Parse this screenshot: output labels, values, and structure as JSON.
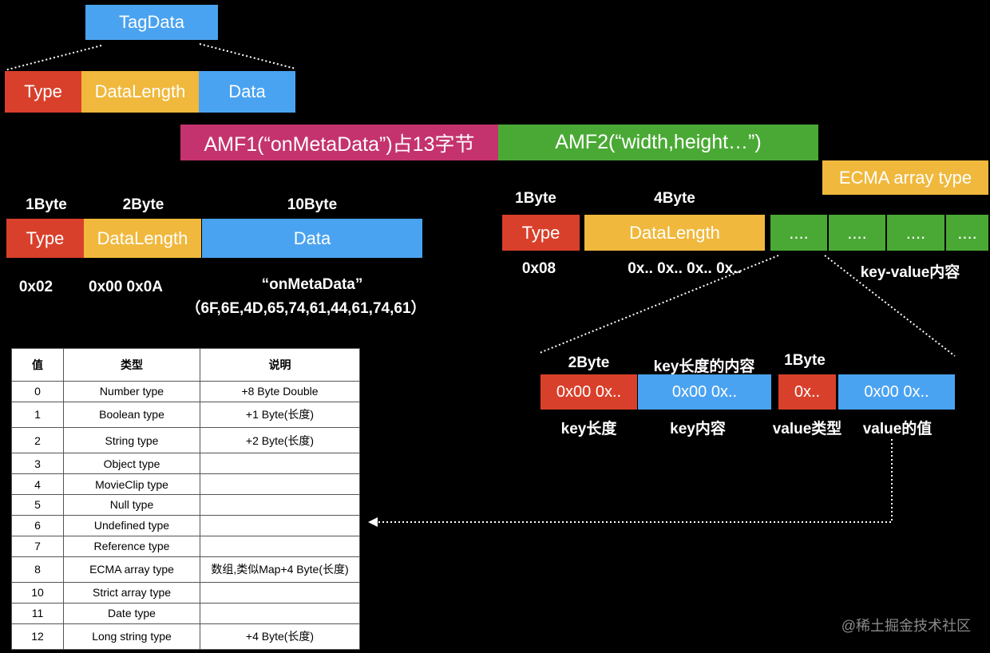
{
  "top": {
    "tagdata": "TagData",
    "type": "Type",
    "datalength": "DataLength",
    "data": "Data"
  },
  "amf": {
    "amf1": "AMF1(“onMetaData”)占13字节",
    "amf2": "AMF2(“width,height…”)",
    "ecma_tag": "ECMA array type"
  },
  "left": {
    "size_type": "1Byte",
    "size_len": "2Byte",
    "size_data": "10Byte",
    "type": "Type",
    "datalength": "DataLength",
    "data": "Data",
    "val_type": "0x02",
    "val_len": "0x00 0x0A",
    "val_data": "“onMetaData”",
    "val_data_hex": "（6F,6E,4D,65,74,61,44,61,74,61）"
  },
  "right": {
    "size_type": "1Byte",
    "size_len": "4Byte",
    "type": "Type",
    "datalength": "DataLength",
    "cells": [
      "....",
      "....",
      "....",
      "...."
    ],
    "val_type": "0x08",
    "val_len": "0x.. 0x.. 0x.. 0x..",
    "kv_label": "key-value内容"
  },
  "kv": {
    "size_key_len": "2Byte",
    "size_key_content": "key长度的内容",
    "size_value_type": "1Byte",
    "key_len": "0x00 0x..",
    "key_content": "0x00 0x..",
    "value_type": "0x..",
    "value": "0x00 0x..",
    "lbl_key_len": "key长度",
    "lbl_key_content": "key内容",
    "lbl_value_type": "value类型",
    "lbl_value": "value的值"
  },
  "table": {
    "headers": [
      "值",
      "类型",
      "说明"
    ],
    "rows": [
      [
        "0",
        "Number type",
        "+8 Byte Double"
      ],
      [
        "1",
        "Boolean type",
        "+1 Byte(长度)"
      ],
      [
        "2",
        "String type",
        "+2 Byte(长度)"
      ],
      [
        "3",
        "Object type",
        ""
      ],
      [
        "4",
        "MovieClip type",
        ""
      ],
      [
        "5",
        "Null type",
        ""
      ],
      [
        "6",
        "Undefined type",
        ""
      ],
      [
        "7",
        "Reference type",
        ""
      ],
      [
        "8",
        "ECMA array type",
        "数组,类似Map+4 Byte(长度)"
      ],
      [
        "10",
        "Strict array type",
        ""
      ],
      [
        "11",
        "Date type",
        ""
      ],
      [
        "12",
        "Long string type",
        "+4 Byte(长度)"
      ]
    ]
  },
  "watermark": "@稀土掘金技术社区",
  "colors": {
    "red": "#d9402b",
    "yellow": "#f0b83c",
    "blue": "#4aa3f0",
    "magenta": "#c4336e",
    "green": "#4aa935",
    "background": "#000000"
  }
}
